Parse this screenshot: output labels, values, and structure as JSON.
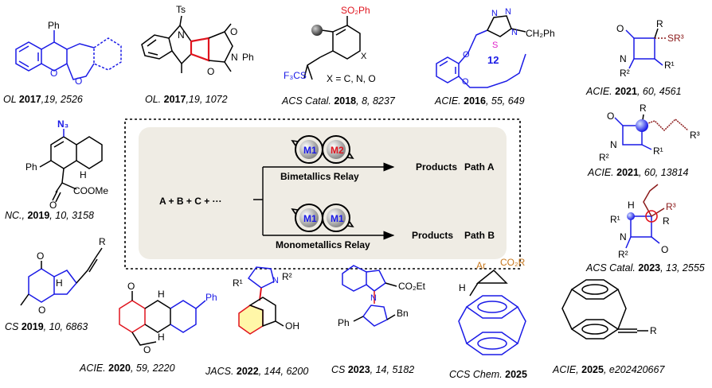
{
  "colors": {
    "blue": "#1a1ae6",
    "red": "#e0141e",
    "dark_red": "#8b1a1a",
    "magenta": "#e01ec8",
    "orange": "#c8781e",
    "panel": "#efece4",
    "grey": "#9a9a9a"
  },
  "scheme": {
    "reactants": "A + B + C + ···",
    "top": {
      "relay": "Bimetallics Relay",
      "products": "Products",
      "path": "Path A",
      "m1": "M1",
      "m2": "M2"
    },
    "bottom": {
      "relay": "Monometallics Relay",
      "products": "Products",
      "path": "Path B",
      "m1": "M1",
      "m2": "M1"
    }
  },
  "structure_labels": {
    "ts": "Ts",
    "n": "N",
    "ph": "Ph",
    "o": "O",
    "so2ph": "SO₂Ph",
    "f3cs": "F₃CS",
    "x_def": "X = C, N, O",
    "x": "X",
    "n3": "N₃",
    "coome": "COOMe",
    "ch2ph": "CH₂Ph",
    "ring12": "12",
    "s": "S",
    "r": "R",
    "sr3": "SR³",
    "r1": "R¹",
    "r2": "R²",
    "r3": "R³",
    "h": "H",
    "oh": "OH",
    "co2et": "CO₂Et",
    "bn": "Bn",
    "ar": "Ar",
    "co2r": "CO₂R"
  },
  "references": [
    {
      "journal": "OL ",
      "year": "2017",
      "rest": ",19, 2526"
    },
    {
      "journal": "OL. ",
      "year": "2017",
      "rest": ",19, 1072"
    },
    {
      "journal": "ACS Catal. ",
      "year": "2018",
      "rest": ", 8, 8237"
    },
    {
      "journal": "ACIE. ",
      "year": "2016",
      "rest": ", 55, 649"
    },
    {
      "journal": "ACIE. ",
      "year": "2021",
      "rest": ", 60, 4561"
    },
    {
      "journal": "ACIE. ",
      "year": "2021",
      "rest": ", 60, 13814"
    },
    {
      "journal": "ACS Catal. ",
      "year": "2023",
      "rest": ", 13, 2555"
    },
    {
      "journal": "NC., ",
      "year": "2019",
      "rest": ", 10, 3158"
    },
    {
      "journal": "CS ",
      "year": "2019",
      "rest": ", 10, 6863"
    },
    {
      "journal": "ACIE. ",
      "year": "2020",
      "rest": ", 59, 2220"
    },
    {
      "journal": "JACS. ",
      "year": "2022",
      "rest": ", 144, 6200"
    },
    {
      "journal": "CS ",
      "year": "2023",
      "rest": ", 14, 5182"
    },
    {
      "journal": "CCS Chem. ",
      "year": "2025",
      "rest": ""
    },
    {
      "journal": "ACIE, ",
      "year": "2025",
      "rest": ", e202420667"
    }
  ]
}
